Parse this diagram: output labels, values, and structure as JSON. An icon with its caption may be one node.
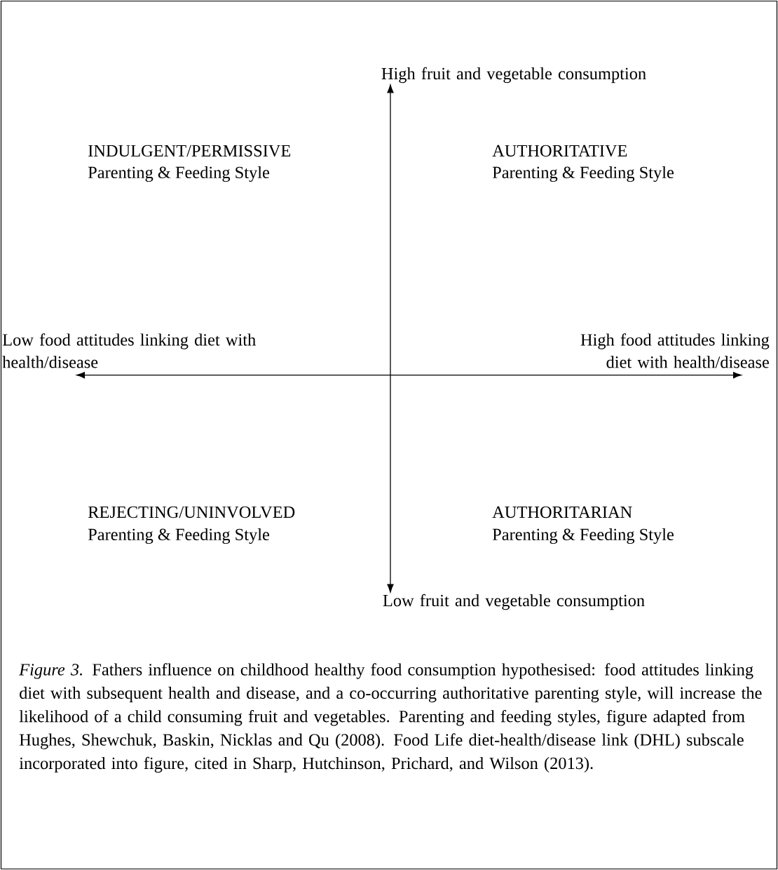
{
  "diagram": {
    "caption": "*Figure 3.* Fathers influence on childhood healthy food consumption hypothesised: food attitudes linking diet with subsequent health and disease, and a co-occurring authoritative parenting style, will increase the likelihood of a child consuming fruit and vegetables. Parenting and feeding styles, figure adapted from Hughes, Shewchuk, Baskin, Nicklas and Qu (2008). Food Life diet-health/disease link (DHL) subscale incorporated into figure, cited in Sharp, Hutchinson, Prichard, and Wilson (2013).",
    "nodes": [
      {
        "text": [
          "High fruit and vegetable consumption"
        ]
      },
      {
        "text": [
          "Low food attitudes linking diet with health/disease"
        ]
      },
      {
        "text": [
          "High food attitudes linking diet with health/disease"
        ]
      },
      {
        "text": [
          "Low fruit and vegetable consumption"
        ]
      }
    ],
    "edges": [
      {
        "from": 0,
        "to": 3,
        "arrow": "both"
      },
      {
        "from": 1,
        "to": 2,
        "arrow": "both"
      }
    ],
    "labels": [
      "INDULGENT/PERMISSIVE",
      "Parenting & Feeding Style",
      "AUTHORITATIVE",
      "Parenting & Feeding Style",
      "REJECTING/UNINVOLVED",
      "Parenting & Feeding Style",
      "AUTHORITARIAN",
      "Parenting & Feeding Style"
    ]
  }
}
